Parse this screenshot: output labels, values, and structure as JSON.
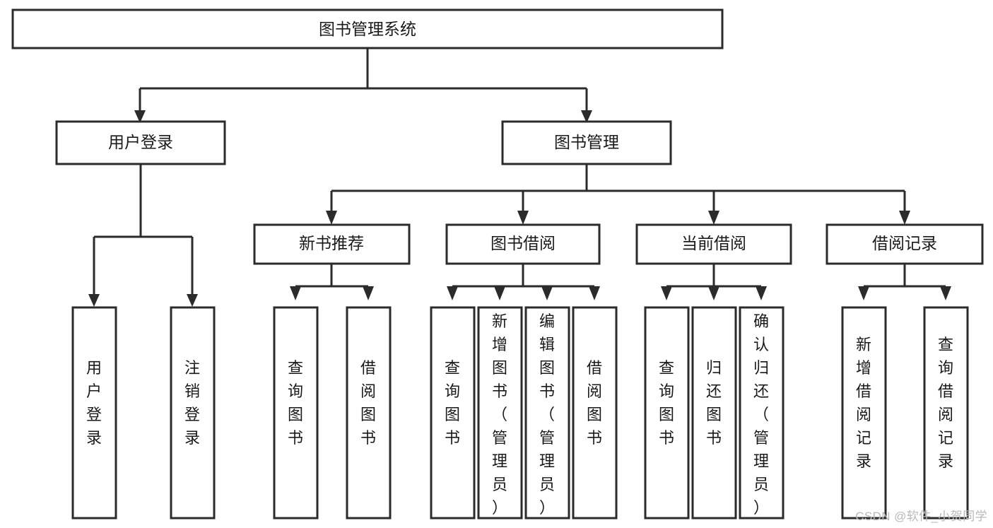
{
  "diagram": {
    "type": "tree-hierarchy",
    "title": "图书管理系统",
    "watermark": "CSDN @软件_小贺同学",
    "colors": {
      "background": "#ffffff",
      "box_stroke": "#2b2b2b",
      "box_fill": "#ffffff",
      "text": "#1a1a1a",
      "watermark": "#b9b9b9"
    },
    "levels": {
      "level1": [
        {
          "id": "root",
          "label": "图书管理系统"
        }
      ],
      "level2": [
        {
          "id": "user-login",
          "label": "用户登录",
          "parent": "root"
        },
        {
          "id": "book-manage",
          "label": "图书管理",
          "parent": "root"
        }
      ],
      "level3": [
        {
          "id": "new-book-rec",
          "label": "新书推荐",
          "parent": "book-manage"
        },
        {
          "id": "book-borrow",
          "label": "图书借阅",
          "parent": "book-manage"
        },
        {
          "id": "current-borrow",
          "label": "当前借阅",
          "parent": "book-manage"
        },
        {
          "id": "borrow-record",
          "label": "借阅记录",
          "parent": "book-manage"
        }
      ],
      "level4": [
        {
          "id": "leaf-user-login",
          "label": "用户登录",
          "parent": "user-login"
        },
        {
          "id": "leaf-logout",
          "label": "注销登录",
          "parent": "user-login"
        },
        {
          "id": "leaf-query-book-1",
          "label": "查询图书",
          "parent": "new-book-rec"
        },
        {
          "id": "leaf-borrow-book-1",
          "label": "借阅图书",
          "parent": "new-book-rec"
        },
        {
          "id": "leaf-query-book-2",
          "label": "查询图书",
          "parent": "book-borrow"
        },
        {
          "id": "leaf-add-book",
          "label": "新增图书（管理员）",
          "parent": "book-borrow"
        },
        {
          "id": "leaf-edit-book",
          "label": "编辑图书（管理员）",
          "parent": "book-borrow"
        },
        {
          "id": "leaf-borrow-book-2",
          "label": "借阅图书",
          "parent": "book-borrow"
        },
        {
          "id": "leaf-query-book-3",
          "label": "查询图书",
          "parent": "current-borrow"
        },
        {
          "id": "leaf-return-book",
          "label": "归还图书",
          "parent": "current-borrow"
        },
        {
          "id": "leaf-confirm-return",
          "label": "确认归还（管理员）",
          "parent": "current-borrow"
        },
        {
          "id": "leaf-add-record",
          "label": "新增借阅记录",
          "parent": "borrow-record"
        },
        {
          "id": "leaf-query-record",
          "label": "查询借阅记录",
          "parent": "borrow-record"
        }
      ]
    }
  }
}
